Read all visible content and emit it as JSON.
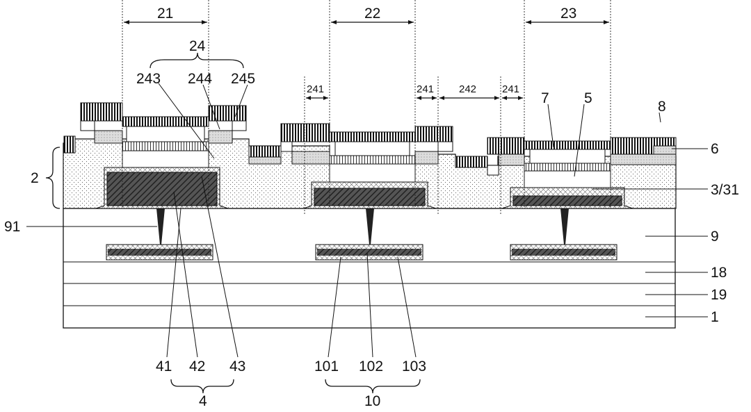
{
  "labels": {
    "l21": "21",
    "l22": "22",
    "l23": "23",
    "l24": "24",
    "l243": "243",
    "l244": "244",
    "l245": "245",
    "l241a": "241",
    "l241b": "241",
    "l242": "242",
    "l241c": "241",
    "l7": "7",
    "l5": "5",
    "l8": "8",
    "l6": "6",
    "l2": "2",
    "l331": "3/31",
    "l91": "91",
    "l9": "9",
    "l18": "18",
    "l19": "19",
    "l1": "1",
    "l41": "41",
    "l42": "42",
    "l43": "43",
    "l4": "4",
    "l101": "101",
    "l102": "102",
    "l103": "103",
    "l10": "10"
  }
}
